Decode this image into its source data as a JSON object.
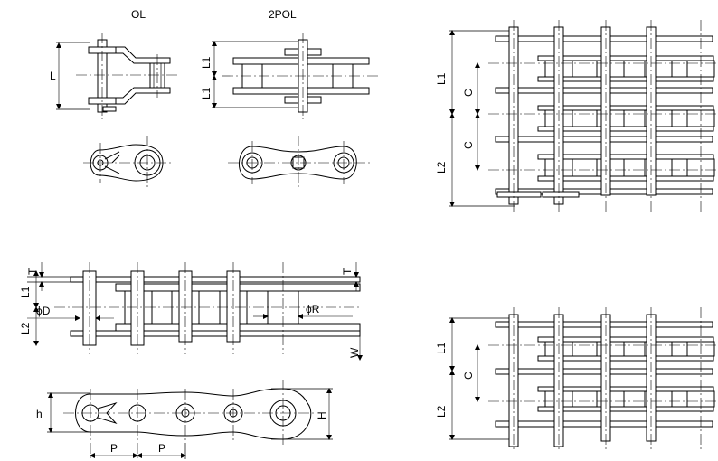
{
  "labels": {
    "ol": "OL",
    "pol": "2POL",
    "l": "L",
    "l1": "L1",
    "l2": "L2",
    "c": "C",
    "t": "T",
    "phi_d": "ϕD",
    "phi_r": "ϕR",
    "w": "W",
    "h_lower": "h",
    "h_upper": "H",
    "p": "P"
  }
}
